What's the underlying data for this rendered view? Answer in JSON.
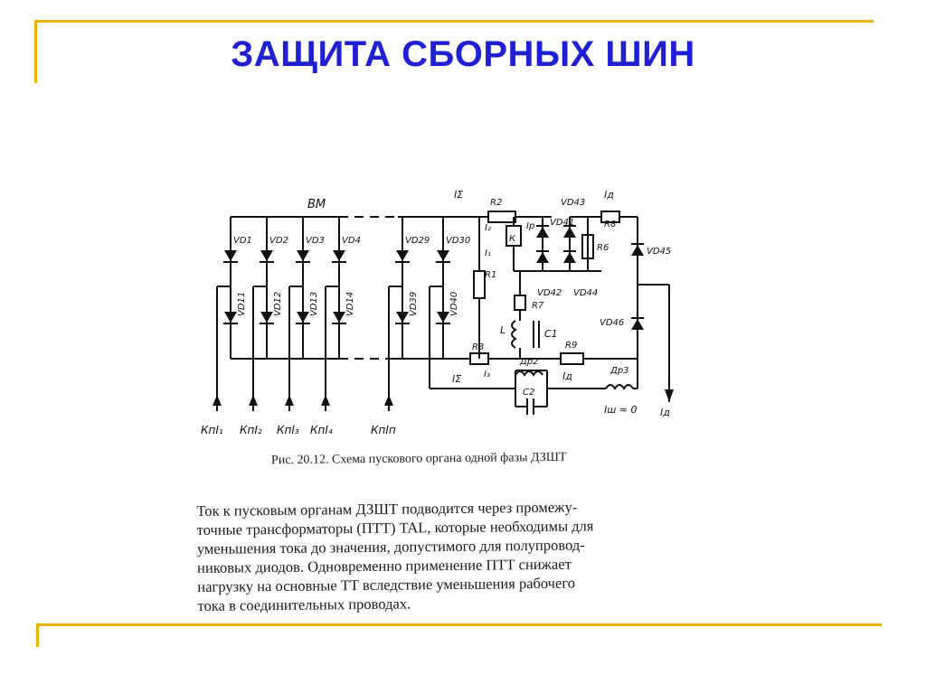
{
  "slide": {
    "title": "ЗАЩИТА СБОРНЫХ ШИН",
    "caption": "Рис. 20.12. Схема пускового органа одной фазы ДЗШТ",
    "paragraph_lines": [
      "Ток к пусковым органам ДЗШТ подводится через промежу-",
      "точные трансформаторы (ПТТ) TAL, которые необходимы для",
      "уменьшения тока до значения, допустимого для полупровод-",
      "никовых диодов. Одновременно применение ПТТ снижает",
      "нагрузку на основные ТТ вследствие уменьшения рабочего",
      "тока в соединительных проводах."
    ],
    "accent_color": "#1f1fd4",
    "frame_color": "#e8b400"
  },
  "diagram": {
    "bus_label": "ВМ",
    "diodes_top": [
      "VD1",
      "VD2",
      "VD3",
      "VD4",
      "VD29",
      "VD30"
    ],
    "diodes_bottom": [
      "VD11",
      "VD12",
      "VD13",
      "VD14",
      "VD39",
      "VD40"
    ],
    "inputs": [
      "КпI₁",
      "КпI₂",
      "КпI₃",
      "КпI₄",
      "КпIп"
    ],
    "labels": {
      "i_sigma_top": "IΣ",
      "r2": "R2",
      "vd43": "VD43",
      "i_d_top": "Iд",
      "r8": "R8",
      "k": "К",
      "i_p": "Iр",
      "vd41": "VD41",
      "r6": "R6",
      "vd45": "VD45",
      "i2": "I₂",
      "i1": "I₁",
      "r1": "R1",
      "vd42": "VD42",
      "vd44": "VD44",
      "r7": "R7",
      "vd46": "VD46",
      "c1": "C1",
      "l": "L",
      "r3": "R3",
      "r9": "R9",
      "i_sigma_bottom": "IΣ",
      "i3": "I₃",
      "dr2": "Др2",
      "i_d_mid": "Iд",
      "dr3": "Др3",
      "c2": "C2",
      "i_sh": "Iш ≈ 0",
      "i_d_out": "Iд"
    }
  }
}
